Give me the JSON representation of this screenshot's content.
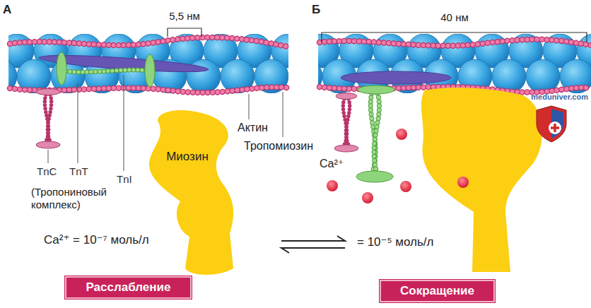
{
  "diagram": {
    "nodes": [
      {
        "text": [
          "Миозин"
        ]
      },
      {
        "text": [
          "Расслабление"
        ]
      },
      {
        "text": [
          "Сокращение"
        ]
      }
    ],
    "labels": [
      "А",
      "Б",
      "5,5 нм",
      "40 нм",
      "meduniver.com",
      "Актин",
      "Тропомиозин",
      "Ca²⁺",
      "TnC",
      "TnT",
      "TnI",
      "(Тропониновый комплекс)",
      "Ca²⁺ = 10⁻⁷ моль/л",
      "= 10⁻⁵ моль/л"
    ]
  }
}
